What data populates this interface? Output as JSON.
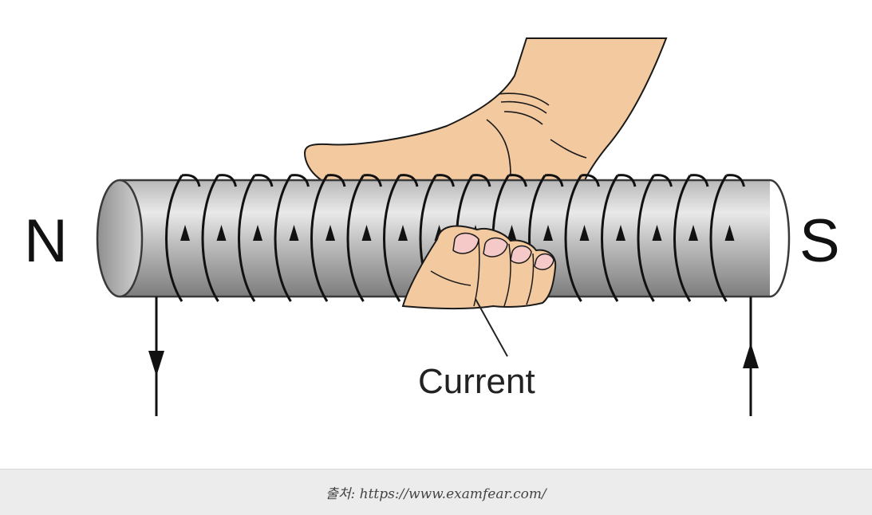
{
  "diagram": {
    "north_label": "N",
    "south_label": "S",
    "current_label": "Current",
    "colors": {
      "rod": "#9b9b9b",
      "rod_highlight": "#e6e6e6",
      "coil": "#111111",
      "skin": "#f3c9a0",
      "nail": "#f6c9c9"
    },
    "icons": [
      "hand-icon",
      "arrow-up-icon",
      "arrow-down-icon"
    ]
  },
  "caption": {
    "text": "출처: https://www.examfear.com/"
  }
}
